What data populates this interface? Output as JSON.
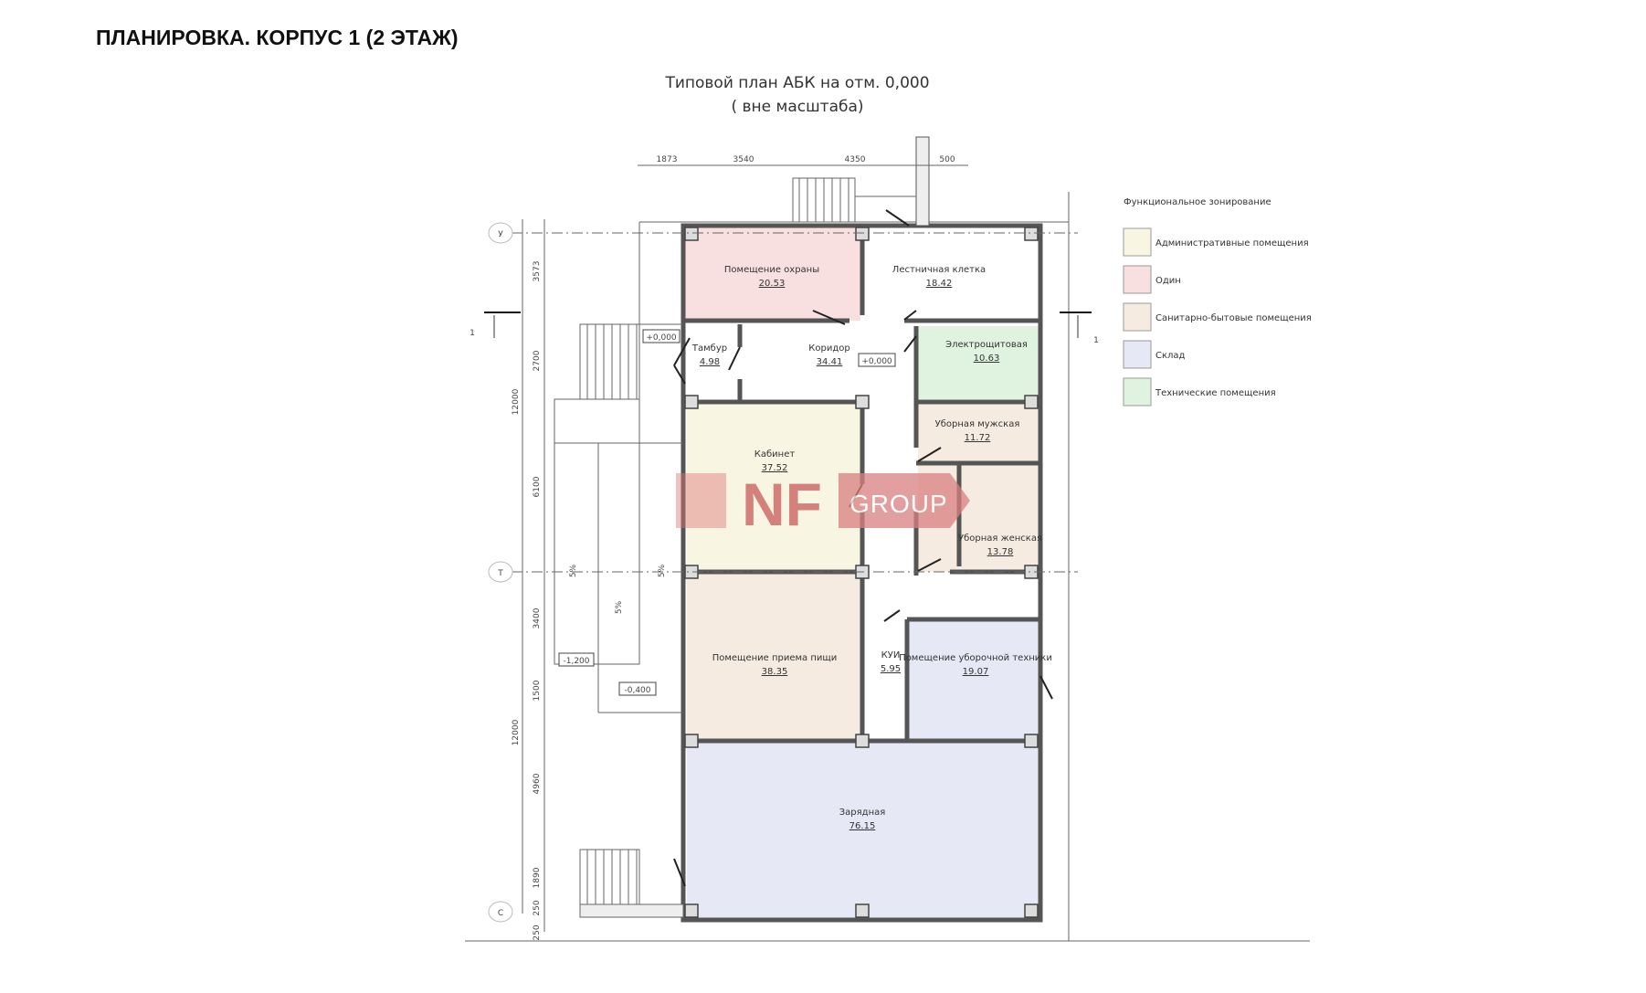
{
  "header": {
    "title": "ПЛАНИРОВКА. КОРПУС 1 (2 ЭТАЖ)"
  },
  "plan": {
    "title_line1": "Типовой план АБК на отм. 0,000",
    "title_line2": "( вне масштаба)",
    "top_dimensions": [
      "1873",
      "3540",
      "4350",
      "500"
    ],
    "left_dimensions": [
      "3573",
      "2700",
      "6100",
      "3400",
      "1500",
      "4960",
      "1890",
      "250",
      "250"
    ],
    "overall_dimensions": [
      "12000",
      "12000"
    ],
    "axes": [
      "У",
      "Т",
      "С"
    ],
    "section_marks": [
      "1",
      "1"
    ],
    "levels": [
      "+0,000",
      "+0,000",
      "-1,200",
      "-0,400"
    ],
    "slopes": [
      "5%",
      "5%",
      "5%"
    ],
    "rooms": [
      {
        "name": "Помещение охраны",
        "area": "20.53",
        "zone": "Один"
      },
      {
        "name": "Лестничная клетка",
        "area": "18.42",
        "zone": ""
      },
      {
        "name": "Тамбур",
        "area": "4.98",
        "zone": ""
      },
      {
        "name": "Коридор",
        "area": "34.41",
        "zone": ""
      },
      {
        "name": "Электрощитовая",
        "area": "10.63",
        "zone": "Технические помещения"
      },
      {
        "name": "Уборная мужская",
        "area": "11.72",
        "zone": "Санитарно-бытовые помещения"
      },
      {
        "name": "Кабинет",
        "area": "37.52",
        "zone": "Административные помещения"
      },
      {
        "name": "Уборная женская",
        "area": "13.78",
        "zone": "Санитарно-бытовые помещения"
      },
      {
        "name": "Помещение приема пищи",
        "area": "38.35",
        "zone": "Санитарно-бытовые помещения"
      },
      {
        "name": "КУИ",
        "area": "5.95",
        "zone": ""
      },
      {
        "name": "Помещение уборочной техники",
        "area": "19.07",
        "zone": "Склад"
      },
      {
        "name": "Зарядная",
        "area": "76.15",
        "zone": "Склад"
      }
    ]
  },
  "legend": {
    "title": "Функциональное зонирование",
    "items": [
      {
        "label": "Административные помещения",
        "color": "#f8f6e3"
      },
      {
        "label": "Один",
        "color": "#f8dfe0"
      },
      {
        "label": "Санитарно-бытовые помещения",
        "color": "#f6ebe0"
      },
      {
        "label": "Склад",
        "color": "#e6e8f6"
      },
      {
        "label": "Технические помещения",
        "color": "#dff3e0"
      }
    ]
  },
  "watermark": {
    "text": "NF GROUP",
    "color": "#c85a5a"
  }
}
